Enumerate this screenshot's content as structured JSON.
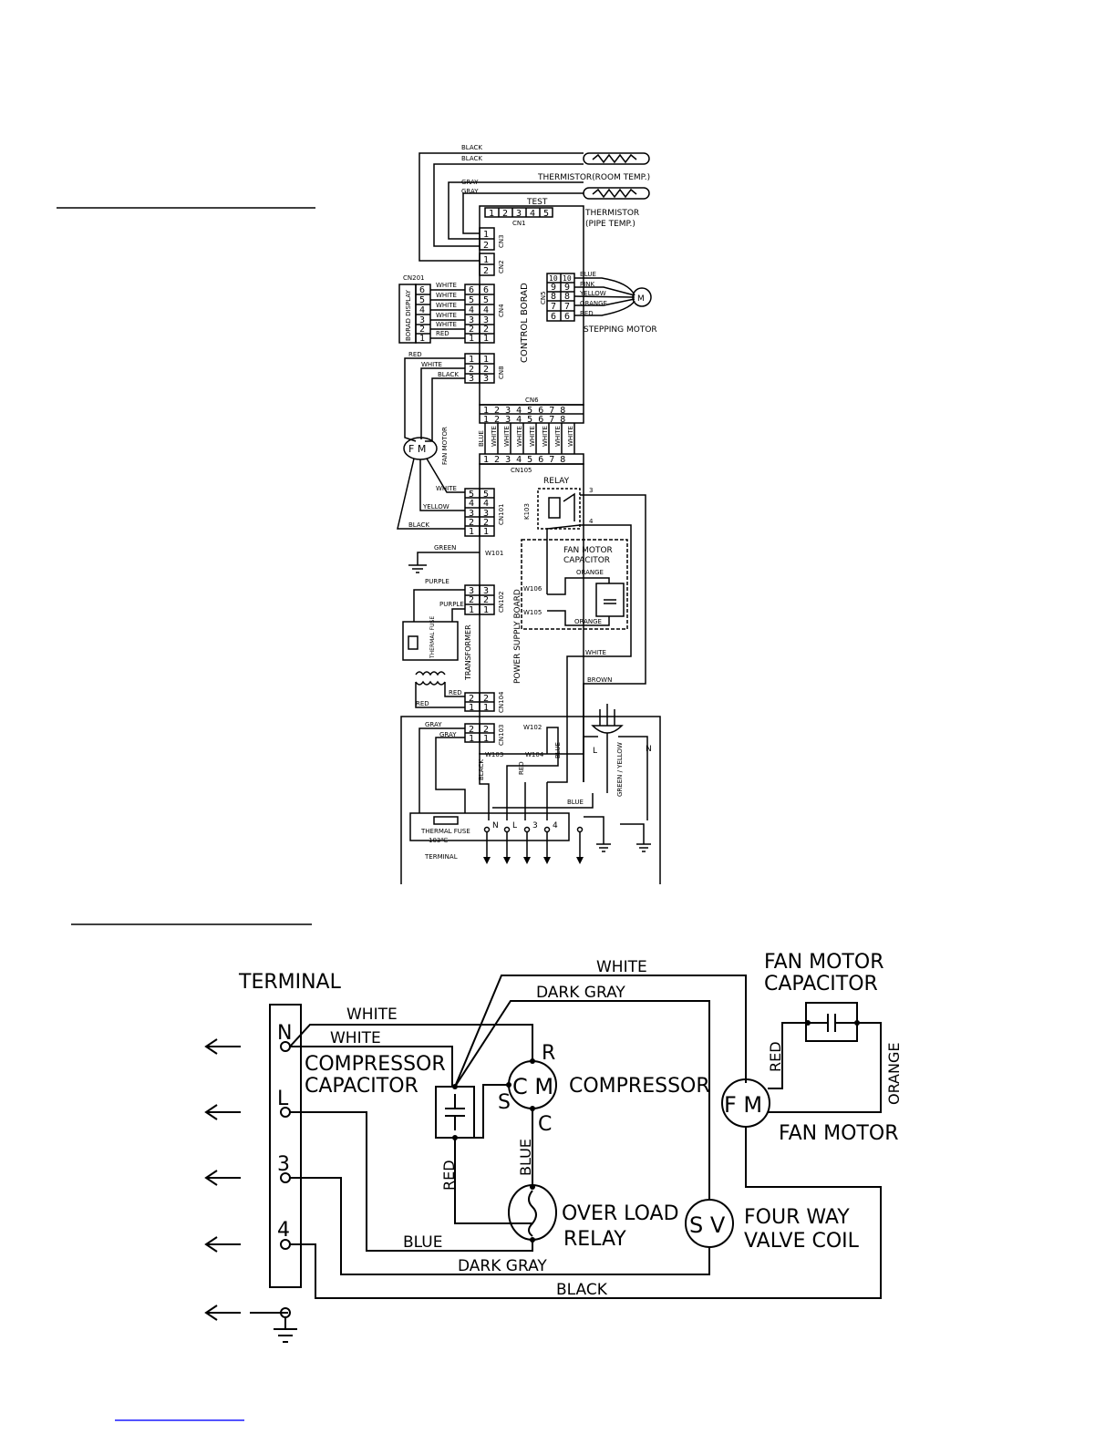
{
  "indoor": {
    "thermistor_room": "THERMISTOR(ROOM TEMP.)",
    "thermistor_pipe_1": "THERMISTOR",
    "thermistor_pipe_2": "(PIPE TEMP.)",
    "test": "TEST",
    "cn1": "CN1",
    "cn3": "CN3",
    "cn2": "CN2",
    "cn4": "CN4",
    "cn5": "CN5",
    "cn8": "CN8",
    "cn6": "CN6",
    "cn105": "CN105",
    "cn101": "CN101",
    "cn102": "CN102",
    "cn103": "CN103",
    "cn104": "CN104",
    "cn201": "CN201",
    "board_display": "BORAD DISPLAY",
    "control_board": "CONTROL BORAD",
    "power_supply_board": "POWER SUPPLY BOARD",
    "stepping_motor": "STEPPING MOTOR",
    "fan_motor": "FAN MOTOR",
    "fm": "F M",
    "m": "M",
    "relay": "RELAY",
    "k103": "K103",
    "fan_motor_capacitor_1": "FAN MOTOR",
    "fan_motor_capacitor_2": "CAPACITOR",
    "w101": "W101",
    "w102": "W102",
    "w103": "W103",
    "w104": "W104",
    "w105": "W105",
    "w106": "W106",
    "thermal_fuse": "THERMAL FUSE",
    "thermal_fuse_temp": "103℃",
    "transformer": "TRANSFORMER",
    "terminal": "TERMINAL",
    "terminal_marks": [
      "N",
      "L",
      "3",
      "4"
    ],
    "plug_l": "L",
    "plug_n": "N",
    "relay_pin_3": "3",
    "relay_pin_4": "4",
    "wires": {
      "black": "BLACK",
      "gray": "GRAY",
      "white": "WHITE",
      "red": "RED",
      "blue": "BLUE",
      "pink": "PINK",
      "yellow": "YELLOW",
      "orange": "ORANGE",
      "green": "GREEN",
      "purple": "PURPLE",
      "brown": "BROWN",
      "green_yellow": "GREEN / YELLOW"
    }
  },
  "outdoor": {
    "terminal": "TERMINAL",
    "terminal_marks": [
      "N",
      "L",
      "3",
      "4"
    ],
    "compressor_capacitor_1": "COMPRESSOR",
    "compressor_capacitor_2": "CAPACITOR",
    "compressor": "COMPRESSOR",
    "cm": "C M",
    "r": "R",
    "s": "S",
    "c": "C",
    "over_load_relay_1": "OVER LOAD",
    "over_load_relay_2": "RELAY",
    "sv": "S V",
    "four_way_valve_1": "FOUR WAY",
    "four_way_valve_2": "VALVE COIL",
    "fm": "F M",
    "fan_motor": "FAN MOTOR",
    "fan_motor_capacitor_1": "FAN MOTOR",
    "fan_motor_capacitor_2": "CAPACITOR",
    "wires": {
      "white": "WHITE",
      "dark_gray": "DARK GRAY",
      "red": "RED",
      "blue": "BLUE",
      "black": "BLACK",
      "orange": "ORANGE"
    }
  },
  "colors": {
    "ink": "#000000",
    "link_underline": "#1a1aff",
    "background": "#ffffff"
  }
}
